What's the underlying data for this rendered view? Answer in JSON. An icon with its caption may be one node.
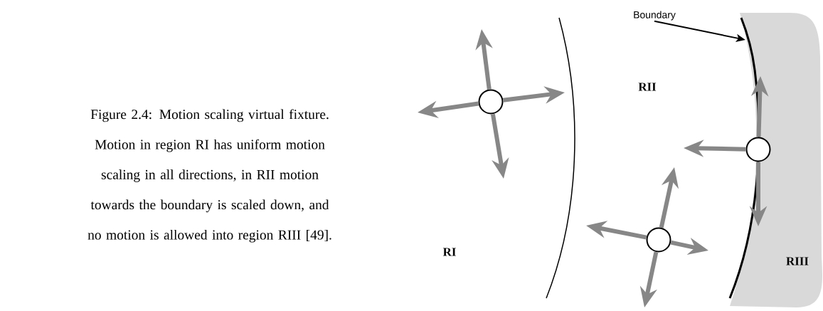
{
  "diagram": {
    "caption": "Figure 2.4: Motion scaling virtual fixture. Motion in region RI has uniform motion scaling in all directions, in RII motion towards the boundary is scaled down, and no motion is allowed into region RIII [49].",
    "nodes": [
      {
        "text": [
          "Boundary"
        ]
      },
      {
        "text": [],
        "shape": "circle"
      },
      {
        "text": [],
        "shape": "circle"
      },
      {
        "text": [],
        "shape": "circle"
      },
      {
        "text": [],
        "shape": "line"
      }
    ],
    "edges": [
      {
        "from": 0,
        "to": 4,
        "arrow": "to",
        "color": "#000000"
      },
      {
        "from": 1,
        "to": null,
        "arrow": "to"
      },
      {
        "from": 1,
        "to": null,
        "arrow": "to"
      },
      {
        "from": 1,
        "to": null,
        "arrow": "to"
      },
      {
        "from": 1,
        "to": null,
        "arrow": "to"
      },
      {
        "from": 2,
        "to": null,
        "arrow": "to"
      },
      {
        "from": 2,
        "to": null,
        "arrow": "to"
      },
      {
        "from": 2,
        "to": null,
        "arrow": "to"
      },
      {
        "from": 3,
        "to": null,
        "arrow": "to"
      },
      {
        "from": 3,
        "to": null,
        "arrow": "to"
      },
      {
        "from": 3,
        "to": null,
        "arrow": "to"
      },
      {
        "from": 3,
        "to": null,
        "arrow": "to"
      }
    ],
    "labels": [
      "RII",
      "RI",
      "RIII"
    ]
  }
}
